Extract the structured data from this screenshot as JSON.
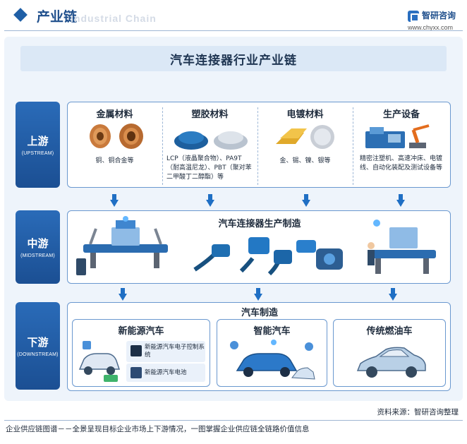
{
  "header": {
    "title": "产业链",
    "ghost_title": "Industrial Chain",
    "logo_name": "智研咨询",
    "logo_url": "www.chyxx.com"
  },
  "banner": {
    "title": "汽车连接器行业产业链"
  },
  "stages": {
    "upstream": {
      "cn": "上游",
      "en": "(UPSTREAM)"
    },
    "midstream": {
      "cn": "中游",
      "en": "(MIDSTREAM)"
    },
    "downstream": {
      "cn": "下游",
      "en": "(DOWNSTREAM)"
    }
  },
  "upstream": {
    "metal": {
      "title": "金属材料",
      "desc": "铜、铜合金等"
    },
    "plastic": {
      "title": "塑胶材料",
      "desc": "LCP（液晶聚合物）、PA9T（耐高温尼龙）、PBT（聚对苯二甲酸丁二醇酯）等"
    },
    "plating": {
      "title": "电镀材料",
      "desc": "金、锡、镍、银等"
    },
    "equipment": {
      "title": "生产设备",
      "desc": "精密注塑机、高速冲床、电镀线、自动化装配及测试设备等"
    }
  },
  "midstream": {
    "title": "汽车连接器生产制造"
  },
  "downstream": {
    "title": "汽车制造",
    "nev": {
      "title": "新能源汽车",
      "chip1": "新能源汽车电子控制系统",
      "chip2": "新能源汽车电池"
    },
    "smart": {
      "title": "智能汽车"
    },
    "ice": {
      "title": "传统燃油车"
    }
  },
  "footer": {
    "source": "资料来源：智研咨询整理",
    "caption": "企业供应链图谱－－全景呈现目标企业市场上下游情况，一图掌握企业供应链全链路价值信息"
  },
  "colors": {
    "primary": "#1f5fa6",
    "stage_gradient_top": "#2a6bb8",
    "stage_gradient_bottom": "#1b4f93",
    "panel_bg": "#eef4fb",
    "box_border": "#6a98cf",
    "arrow": "#1f6fc4"
  }
}
